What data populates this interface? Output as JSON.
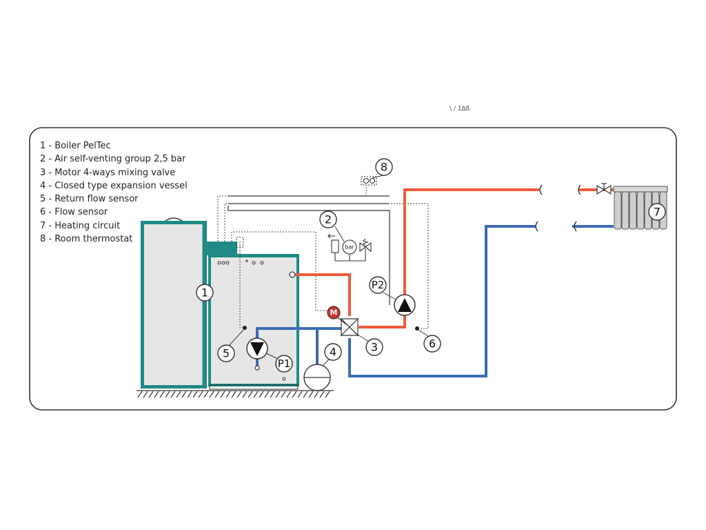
{
  "colors": {
    "flow_pipe": "#ef5a3a",
    "return_pipe": "#3a6bb5",
    "boiler_frame": "#1f8a86",
    "boiler_fill": "#e6e6e6",
    "motor_fill": "#cc3333",
    "frame": "#333333"
  },
  "legend": [
    "1 - Boiler PelTec",
    "2 - Air self-venting group 2,5 bar",
    "3 - Motor 4-ways mixing valve",
    "4 - Closed type expansion vessel",
    "5 - Return flow sensor",
    "6 - Flow sensor",
    "7 - Heating circuit",
    "8 - Room thermostat"
  ],
  "labels": {
    "n1": "1",
    "n2": "2",
    "n3": "3",
    "n4": "4",
    "n5": "5",
    "n6": "6",
    "n7": "7",
    "n8": "8",
    "p1": "P1",
    "p2": "P2",
    "motor": "M",
    "bar": "bar"
  },
  "top_fragment": "\\ /  1Δß"
}
